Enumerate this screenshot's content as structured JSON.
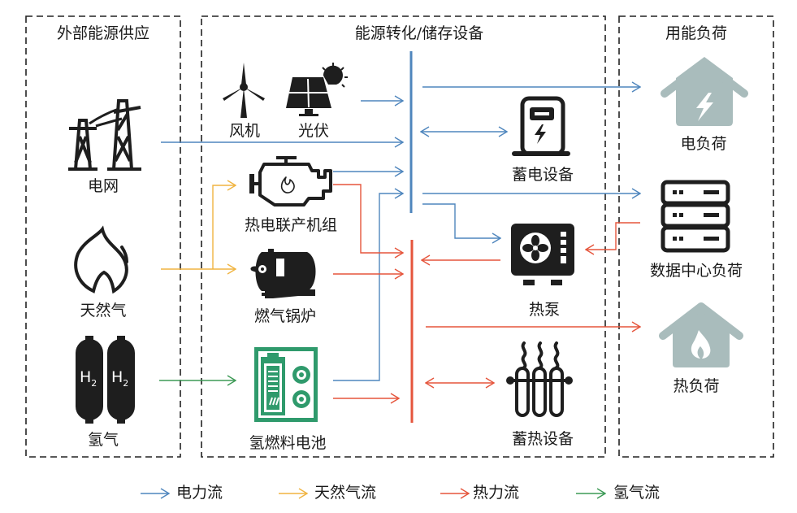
{
  "colors": {
    "electric": "#4f86bd",
    "gas": "#f0b441",
    "heat": "#e5553c",
    "hydrogen": "#3d9a56",
    "icon_dark": "#1e1e1e",
    "icon_green": "#2f9a6c",
    "icon_gray": "#a9bcbc",
    "border": "#222222"
  },
  "sections": {
    "supply": {
      "title": "外部能源供应"
    },
    "conversion": {
      "title": "能源转化/储存设备"
    },
    "load": {
      "title": "用能负荷"
    }
  },
  "supply_items": [
    {
      "id": "grid",
      "label": "电网",
      "icon": "power-tower-icon"
    },
    {
      "id": "natural_gas",
      "label": "天然气",
      "icon": "flame-icon"
    },
    {
      "id": "hydrogen",
      "label": "氢气",
      "icon": "hydrogen-tank-icon",
      "tank_text": "H",
      "tank_sub": "2"
    }
  ],
  "conversion_items": [
    {
      "id": "wind",
      "label": "风机",
      "icon": "wind-turbine-icon"
    },
    {
      "id": "pv",
      "label": "光伏",
      "icon": "solar-panel-icon"
    },
    {
      "id": "chp",
      "label": "热电联产机组",
      "icon": "engine-icon"
    },
    {
      "id": "boiler",
      "label": "燃气锅炉",
      "icon": "boiler-icon"
    },
    {
      "id": "fuel_cell",
      "label": "氢燃料电池",
      "icon": "fuel-cell-icon"
    },
    {
      "id": "battery",
      "label": "蓄电设备",
      "icon": "battery-storage-icon"
    },
    {
      "id": "heat_pump",
      "label": "热泵",
      "icon": "heat-pump-icon"
    },
    {
      "id": "heat_storage",
      "label": "蓄热设备",
      "icon": "radiator-icon"
    }
  ],
  "load_items": [
    {
      "id": "elec_load",
      "label": "电负荷",
      "icon": "house-bolt-icon"
    },
    {
      "id": "dc_load",
      "label": "数据中心负荷",
      "icon": "server-rack-icon"
    },
    {
      "id": "heat_load",
      "label": "热负荷",
      "icon": "house-flame-icon"
    }
  ],
  "legend": [
    {
      "flow": "electric",
      "label": "电力流"
    },
    {
      "flow": "gas",
      "label": "天然气流"
    },
    {
      "flow": "heat",
      "label": "热力流"
    },
    {
      "flow": "hydrogen",
      "label": "氢气流"
    }
  ],
  "flows": [
    {
      "from": "wind/pv",
      "to": "electric_bus",
      "type": "electric"
    },
    {
      "from": "grid",
      "to": "electric_bus",
      "type": "electric"
    },
    {
      "from": "chp",
      "to": "electric_bus",
      "type": "electric"
    },
    {
      "from": "fuel_cell",
      "to": "electric_bus",
      "type": "electric"
    },
    {
      "from": "electric_bus",
      "to": "elec_load",
      "type": "electric"
    },
    {
      "from": "electric_bus",
      "to": "battery",
      "type": "electric",
      "bidirectional": true
    },
    {
      "from": "electric_bus",
      "to": "dc_load",
      "type": "electric"
    },
    {
      "from": "electric_bus",
      "to": "heat_pump",
      "type": "electric"
    },
    {
      "from": "natural_gas",
      "to": "chp",
      "type": "gas"
    },
    {
      "from": "natural_gas",
      "to": "boiler",
      "type": "gas"
    },
    {
      "from": "hydrogen",
      "to": "fuel_cell",
      "type": "hydrogen"
    },
    {
      "from": "chp",
      "to": "heat_bus",
      "type": "heat"
    },
    {
      "from": "boiler",
      "to": "heat_bus",
      "type": "heat"
    },
    {
      "from": "fuel_cell",
      "to": "heat_bus",
      "type": "heat"
    },
    {
      "from": "heat_pump",
      "to": "heat_bus",
      "type": "heat"
    },
    {
      "from": "dc_load",
      "to": "heat_pump",
      "type": "heat"
    },
    {
      "from": "heat_bus",
      "to": "heat_load",
      "type": "heat"
    },
    {
      "from": "heat_bus",
      "to": "heat_storage",
      "type": "heat",
      "bidirectional": true
    }
  ]
}
